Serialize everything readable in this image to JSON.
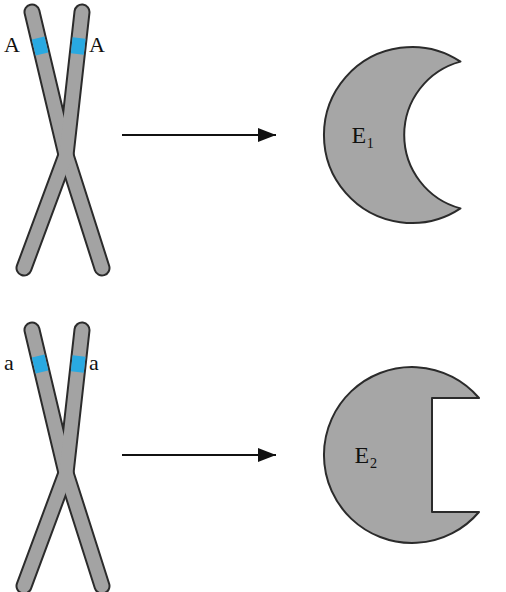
{
  "diagram": {
    "nodes": [
      {
        "text": [
          "A",
          "A"
        ]
      },
      {
        "text": [
          "E₁"
        ]
      },
      {
        "text": [
          "a",
          "a"
        ]
      },
      {
        "text": [
          "E₂"
        ]
      }
    ],
    "edges": [
      {
        "from": 0,
        "to": 1,
        "arrow": "to"
      },
      {
        "from": 2,
        "to": 3,
        "arrow": "to"
      }
    ]
  }
}
